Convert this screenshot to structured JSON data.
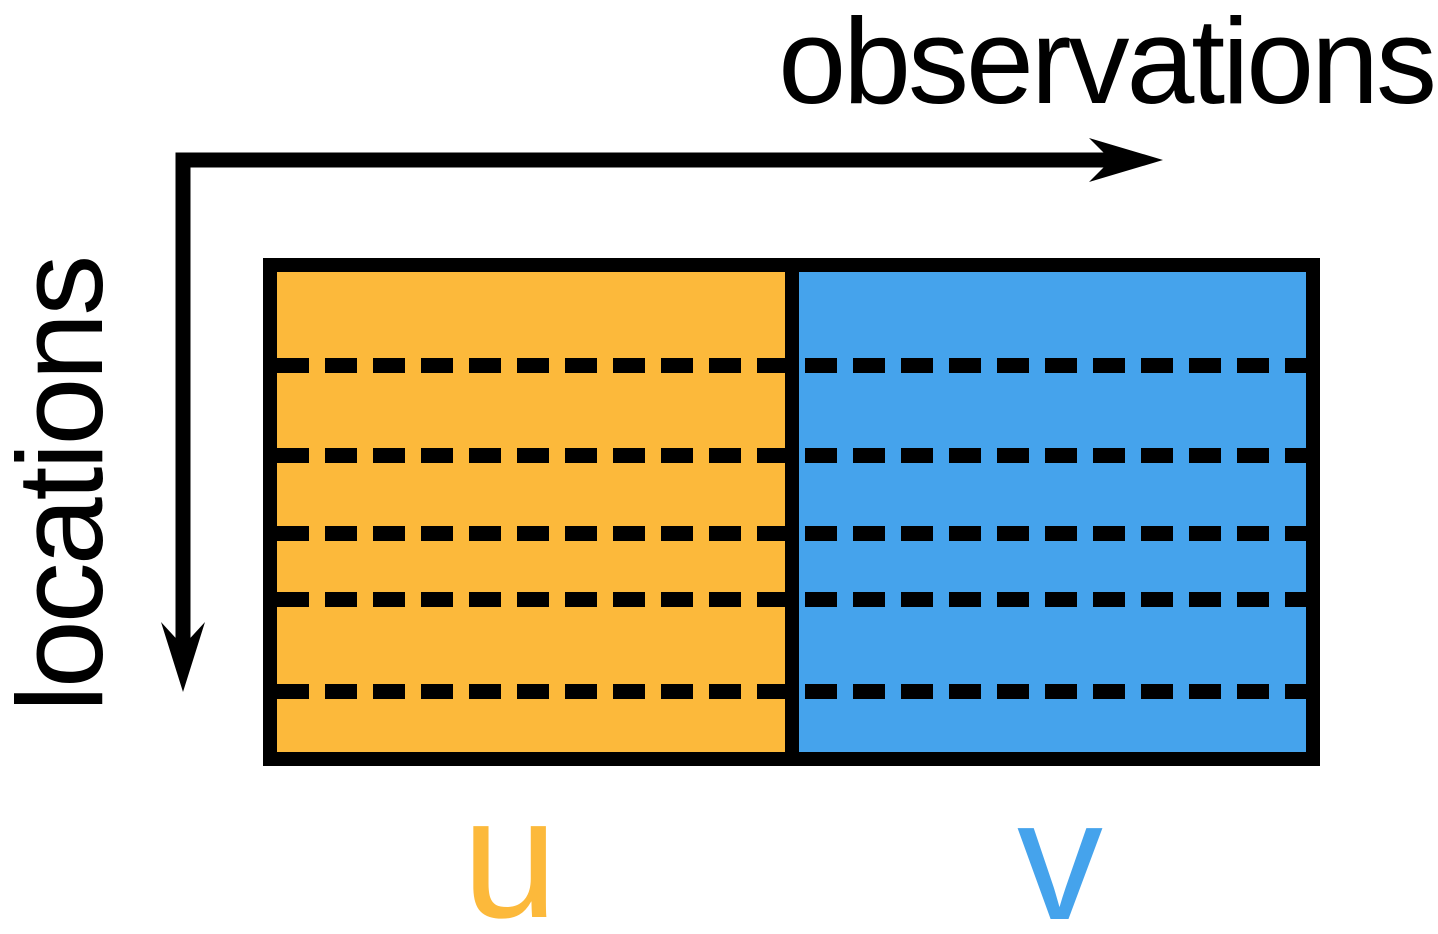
{
  "diagram": {
    "type": "matrix-block-diagram",
    "x_axis_label": "observations",
    "y_axis_label": "locations",
    "blocks": [
      {
        "label": "u",
        "color": "#FCB93B",
        "position": "left"
      },
      {
        "label": "v",
        "color": "#45A3EC",
        "position": "right"
      }
    ],
    "row_separators": {
      "count": 5,
      "style": "dashed"
    },
    "axes": {
      "x_direction": "right",
      "y_direction": "down"
    }
  },
  "colors": {
    "ink": "#000000",
    "bg": "#ffffff",
    "u-color": "#FCB93B",
    "v-color": "#45A3EC"
  }
}
